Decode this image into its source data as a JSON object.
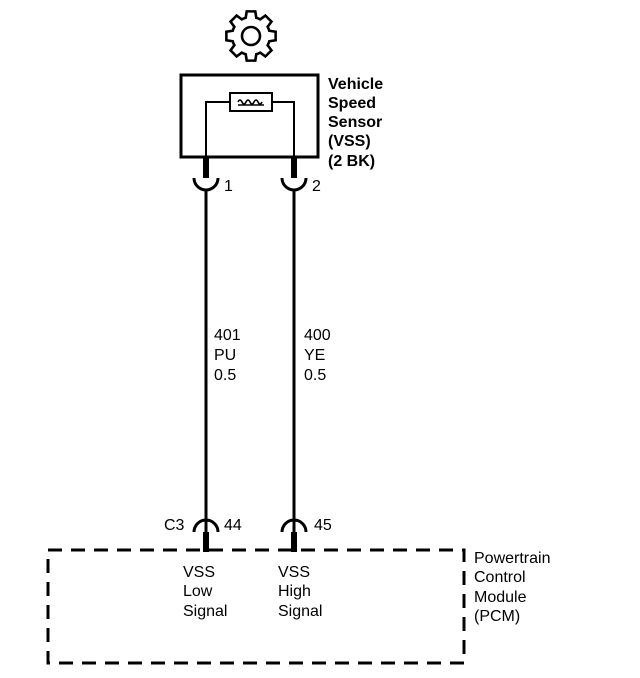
{
  "sensor": {
    "label_lines": [
      "Vehicle",
      "Speed",
      "Sensor",
      "(VSS)",
      "(2 BK)"
    ],
    "pin_a": "1",
    "pin_b": "2",
    "icon": "gear-icon"
  },
  "wire_left": {
    "circuit": "401",
    "color": "PU",
    "gauge": "0.5"
  },
  "wire_right": {
    "circuit": "400",
    "color": "YE",
    "gauge": "0.5"
  },
  "module": {
    "connector": "C3",
    "pin_left": "44",
    "pin_right": "45",
    "signal_left_lines": [
      "VSS",
      "Low",
      "Signal"
    ],
    "signal_right_lines": [
      "VSS",
      "High",
      "Signal"
    ],
    "label_lines": [
      "Powertrain",
      "Control",
      "Module",
      "(PCM)"
    ]
  },
  "colors": {
    "ink": "#000000",
    "paper": "#ffffff"
  }
}
